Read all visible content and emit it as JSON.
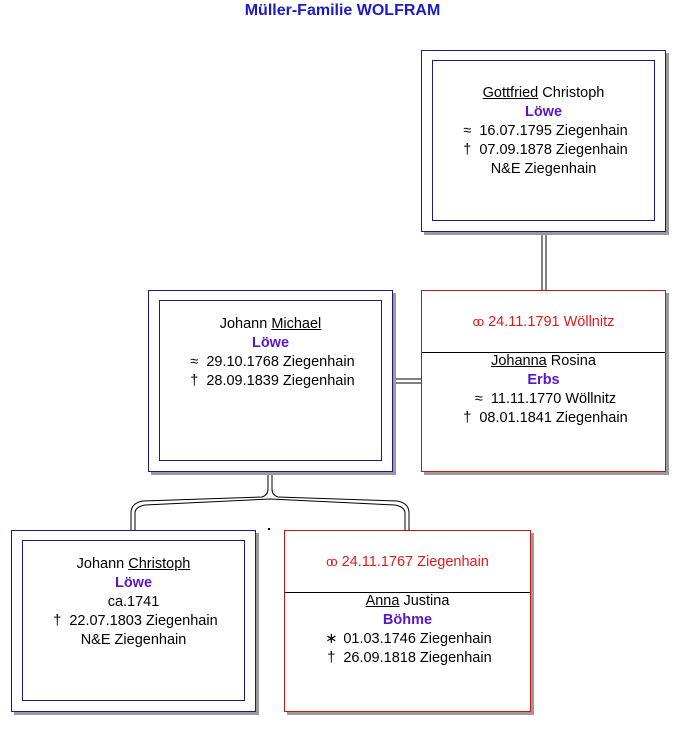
{
  "title": "Müller-Familie WOLFRAM",
  "gottfried": {
    "given_1": "Gottfried",
    "given_2": "Christoph",
    "surname": "Löwe",
    "birth_symbol": "≈",
    "birth": "16.07.1795 Ziegenhain",
    "death_symbol": "†",
    "death": "07.09.1878 Ziegenhain",
    "note": "N&E Ziegenhain"
  },
  "michael": {
    "given_1": "Johann",
    "given_2": "Michael",
    "surname": "Löwe",
    "birth_symbol": "≈",
    "birth": "29.10.1768 Ziegenhain",
    "death_symbol": "†",
    "death": "28.09.1839 Ziegenhain"
  },
  "marriage_1": {
    "rings": "oo",
    "text": "24.11.1791 Wöllnitz"
  },
  "rosina": {
    "given_1": "Johanna",
    "given_2": "Rosina",
    "surname": "Erbs",
    "birth_symbol": "≈",
    "birth": "11.11.1770 Wöllnitz",
    "death_symbol": "†",
    "death": "08.01.1841 Ziegenhain"
  },
  "christoph": {
    "given_1": "Johann",
    "given_2": "Christoph",
    "surname": "Löwe",
    "birth_text": "ca.1741",
    "death_symbol": "†",
    "death": "22.07.1803 Ziegenhain",
    "note": "N&E Ziegenhain"
  },
  "marriage_2": {
    "rings": "oo",
    "text": "24.11.1767 Ziegenhain"
  },
  "justina": {
    "given_1": "Anna",
    "given_2": "Justina",
    "surname": "Böhme",
    "birth_symbol": "∗",
    "birth": "01.03.1746 Ziegenhain",
    "death_symbol": "†",
    "death": "26.09.1818 Ziegenhain"
  },
  "colors": {
    "title": "#1a1acc",
    "surname": "#5a16c8",
    "person_border": "#1a1a8c",
    "marriage_border": "#c01818",
    "marriage_text": "#e41a1a"
  }
}
